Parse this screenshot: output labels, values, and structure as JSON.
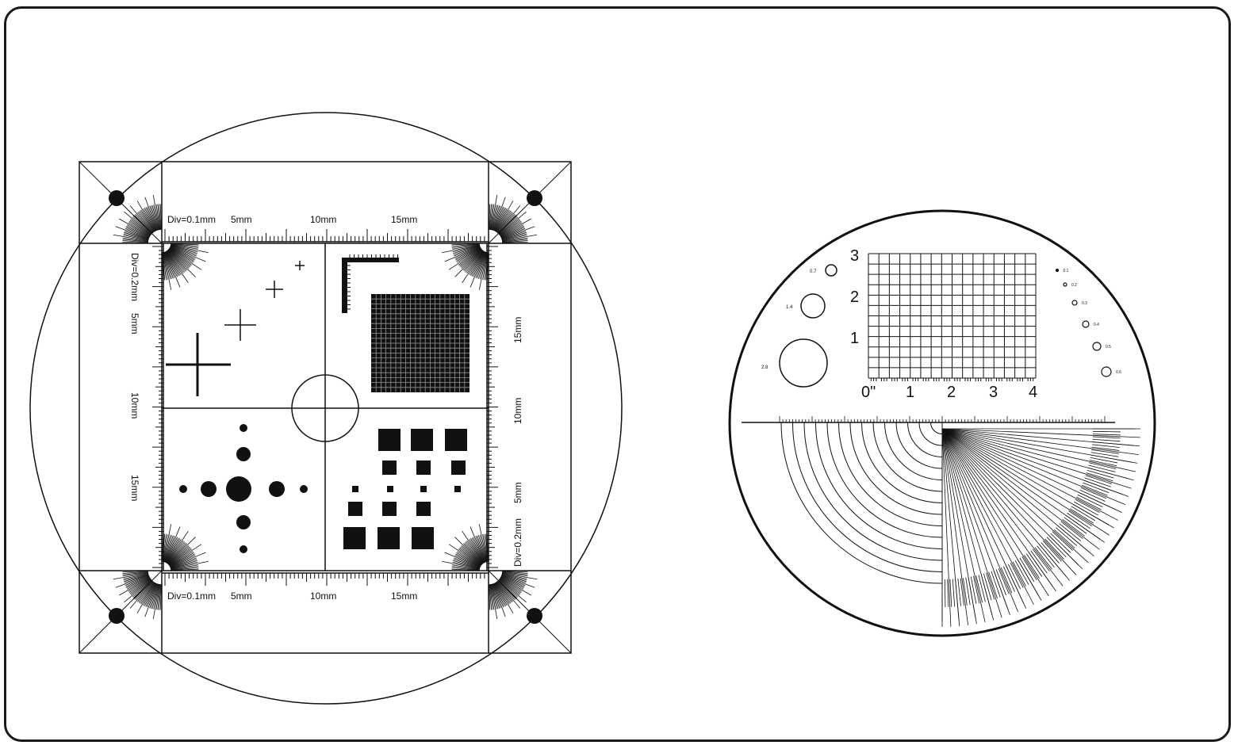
{
  "colors": {
    "ink": "#111111",
    "frame": "#1a1a1a",
    "background": "#ffffff"
  },
  "reticle_left": {
    "scale_top": {
      "div_label": "Div=0.1mm",
      "ticks": [
        "5mm",
        "10mm",
        "15mm"
      ]
    },
    "scale_bottom": {
      "div_label": "Div=0.1mm",
      "ticks": [
        "5mm",
        "10mm",
        "15mm"
      ]
    },
    "scale_left": {
      "div_label": "Div=0.2mm",
      "ticks": [
        "5mm",
        "10mm",
        "15mm"
      ]
    },
    "scale_right": {
      "div_label": "Div=0.2mm",
      "ticks": [
        "15mm",
        "10mm",
        "5mm"
      ]
    }
  },
  "reticle_right": {
    "grid_x_labels": [
      "0\"",
      "1",
      "2",
      "3",
      "4"
    ],
    "grid_y_labels": [
      "3",
      "2",
      "1"
    ],
    "circle_sizes": [
      "0.7",
      "1.4",
      "2.8"
    ],
    "dot_sizes": [
      "0.1",
      "0.2",
      "0.3",
      "0.4",
      "0.5",
      "0.6"
    ]
  }
}
